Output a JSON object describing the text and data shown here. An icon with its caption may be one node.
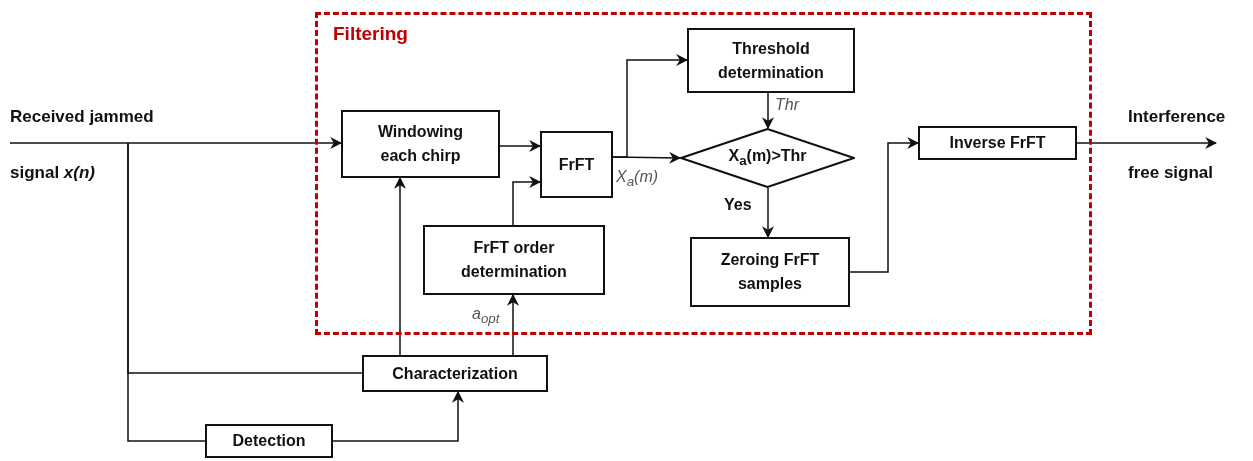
{
  "diagram": {
    "nodes": [
      {
        "text": [
          "Filtering"
        ]
      },
      {
        "text": [
          "Received jammed",
          "signal *x(n)*"
        ]
      },
      {
        "text": [
          "Windowing each chirp"
        ],
        "in": 0
      },
      {
        "text": [
          "FrFT"
        ],
        "in": 0
      },
      {
        "text": [
          "Threshold determination"
        ],
        "in": 0
      },
      {
        "text": [
          "X$_{a}$(m)>Thr"
        ],
        "in": 0
      },
      {
        "text": [
          "FrFT order determination"
        ],
        "in": 0
      },
      {
        "text": [
          "Zeroing FrFT samples"
        ],
        "in": 0
      },
      {
        "text": [
          "Inverse FrFT"
        ],
        "in": 0
      },
      {
        "text": [
          "Interference",
          "free signal"
        ]
      },
      {
        "text": [
          "Characterization"
        ]
      },
      {
        "text": [
          "Detection"
        ]
      }
    ],
    "edges": [
      {
        "from": 1,
        "to": 2,
        "arrow": "to"
      },
      {
        "from": 1,
        "to": 10,
        "arrow": "none"
      },
      {
        "from": 1,
        "to": 11,
        "arrow": "none"
      },
      {
        "from": 11,
        "to": 10,
        "arrow": "to"
      },
      {
        "from": 10,
        "to": 2,
        "arrow": "to"
      },
      {
        "from": 10,
        "to": 6,
        "arrow": "to",
        "label": "a$_{opt}$"
      },
      {
        "from": 6,
        "to": 3,
        "arrow": "to"
      },
      {
        "from": 2,
        "to": 3,
        "arrow": "to"
      },
      {
        "from": 3,
        "to": 4,
        "arrow": "to"
      },
      {
        "from": 3,
        "to": 5,
        "arrow": "to",
        "label": "X$_{a}$(m)"
      },
      {
        "from": 4,
        "to": 5,
        "arrow": "to",
        "label": "Thr"
      },
      {
        "from": 5,
        "to": 7,
        "arrow": "to",
        "label": "Yes"
      },
      {
        "from": 7,
        "to": 8,
        "arrow": "to"
      },
      {
        "from": 8,
        "to": 9,
        "arrow": "to"
      }
    ]
  }
}
